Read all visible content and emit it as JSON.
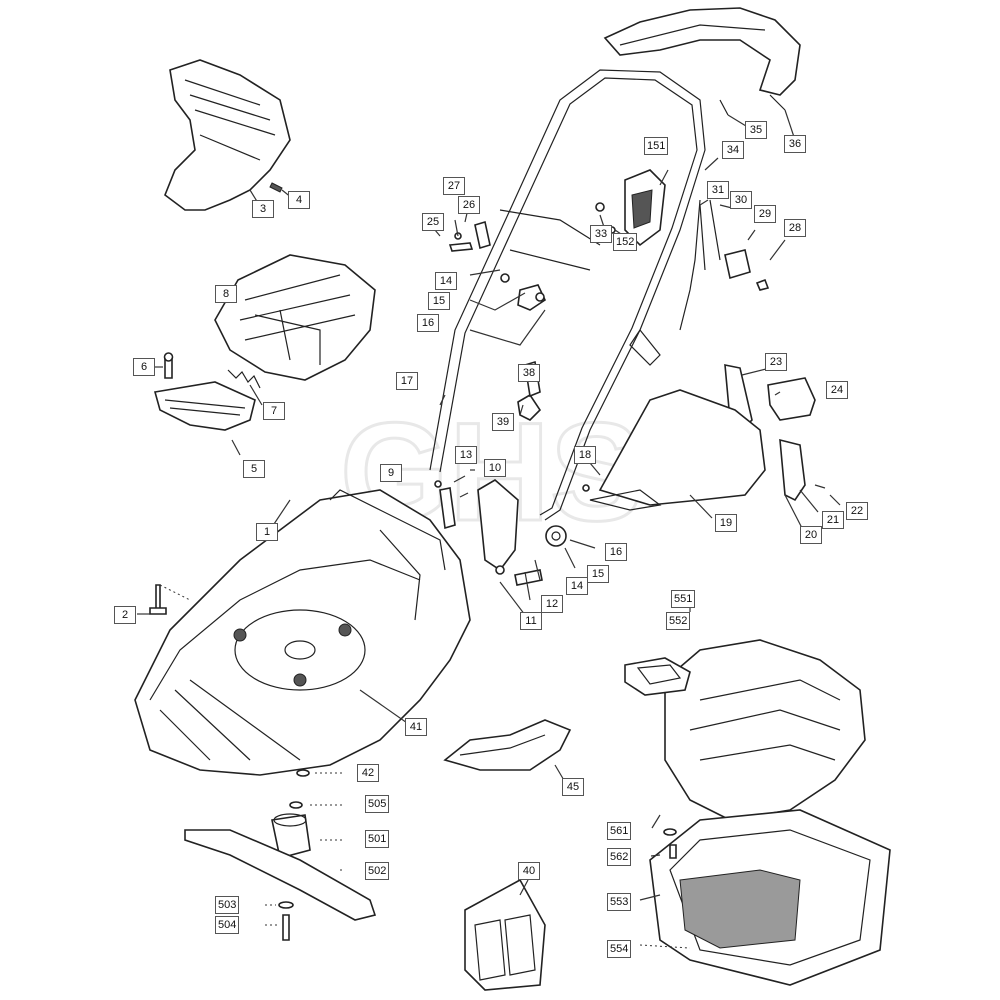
{
  "part_labels": {
    "p1": "1",
    "p2": "2",
    "p3": "3",
    "p4": "4",
    "p5": "5",
    "p6": "6",
    "p7": "7",
    "p8": "8",
    "p9": "9",
    "p10": "10",
    "p11": "11",
    "p12": "12",
    "p13": "13",
    "p14a": "14",
    "p14b": "14",
    "p15a": "15",
    "p15b": "15",
    "p16a": "16",
    "p16b": "16",
    "p17": "17",
    "p18": "18",
    "p19": "19",
    "p20": "20",
    "p21": "21",
    "p22": "22",
    "p23": "23",
    "p24": "24",
    "p25": "25",
    "p26": "26",
    "p27": "27",
    "p28": "28",
    "p29": "29",
    "p30": "30",
    "p31": "31",
    "p33": "33",
    "p34": "34",
    "p35": "35",
    "p36": "36",
    "p38": "38",
    "p39": "39",
    "p40": "40",
    "p41": "41",
    "p42": "42",
    "p45": "45",
    "p151": "151",
    "p152": "152",
    "p501": "501",
    "p502": "502",
    "p503": "503",
    "p504": "504",
    "p505": "505",
    "p551": "551",
    "p552": "552",
    "p553": "553",
    "p554": "554",
    "p561": "561",
    "p562": "562"
  },
  "watermark": "GHS"
}
